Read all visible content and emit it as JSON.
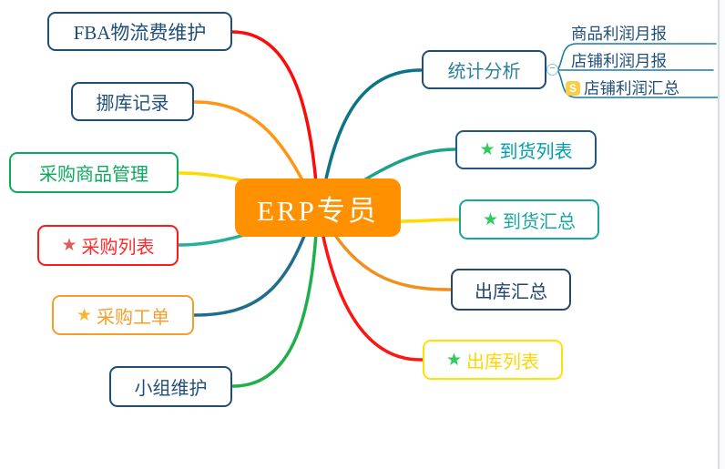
{
  "diagram": {
    "type": "mindmap",
    "background": "#ffffff",
    "right_edge_color": "#dadbe4"
  },
  "icons": {
    "star": "★",
    "currency": "S",
    "collapse": "−"
  },
  "center": {
    "label": "ERP专员",
    "fill": "#ff9000",
    "text_color": "#ffffff"
  },
  "nodes": [
    {
      "id": "fba-logistics-fee",
      "label": "FBA物流费维护",
      "border": "#1f4e79",
      "text": "#1f4e79",
      "branch": "#ff0a0a"
    },
    {
      "id": "move-warehouse-record",
      "label": "挪库记录",
      "border": "#1f4e79",
      "text": "#1f4e79",
      "branch": "#ff9517"
    },
    {
      "id": "purchase-goods-mgmt",
      "label": "采购商品管理",
      "border": "#0cab5c",
      "text": "#0cab5c",
      "branch": "#ffd900"
    },
    {
      "id": "purchase-list",
      "label": "采购列表",
      "border": "#ff1a1a",
      "text": "#ff2a2a",
      "star": "#de5b5b",
      "branch": "#26b09a"
    },
    {
      "id": "purchase-workorder",
      "label": "采购工单",
      "border": "#f59e2a",
      "text": "#f59e2a",
      "star": "#f8b530",
      "branch": "#1f6e8c"
    },
    {
      "id": "team-maintenance",
      "label": "小组维护",
      "border": "#1f4e79",
      "text": "#1f4e79",
      "branch": "#1faf4b"
    },
    {
      "id": "statistics-analysis",
      "label": "统计分析",
      "border": "#1f4e79",
      "text": "#2e7fa0",
      "branch": "#0c7489"
    },
    {
      "id": "arrival-list",
      "label": "到货列表",
      "border": "#1d5a86",
      "text": "#009fae",
      "star": "#2fcb5f",
      "branch": "#1ca389"
    },
    {
      "id": "arrival-summary",
      "label": "到货汇总",
      "border": "#17a79c",
      "text": "#17a79c",
      "star": "#2fcb5f",
      "branch": "#ffd900"
    },
    {
      "id": "outbound-summary",
      "label": "出库汇总",
      "border": "#24476b",
      "text": "#24476b",
      "branch": "#f2901e"
    },
    {
      "id": "outbound-list",
      "label": "出库列表",
      "border": "#ffe000",
      "text": "#ffd700",
      "star": "#2fcb5f",
      "branch": "#ff1414"
    }
  ],
  "subtopics": [
    {
      "id": "product-profit-monthly",
      "label": "商品利润月报",
      "text": "#1f4e79",
      "line": "#1c7c9c"
    },
    {
      "id": "store-profit-monthly",
      "label": "店铺利润月报",
      "text": "#1f4e79",
      "line": "#1c7c9c"
    },
    {
      "id": "store-profit-summary",
      "label": "店铺利润汇总",
      "text": "#1f4e79",
      "line": "#1c7c9c",
      "icon_bg": "#f7ce46"
    }
  ]
}
